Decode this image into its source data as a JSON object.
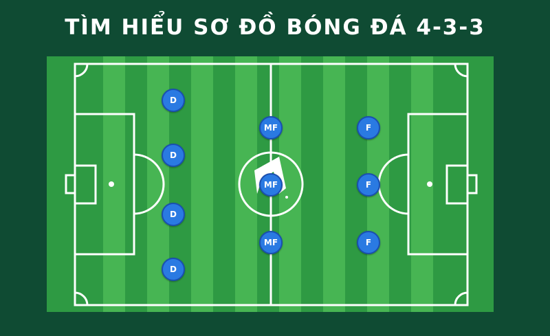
{
  "title": "TÌM HIỂU SƠ ĐỒ BÓNG ĐÁ 4-3-3",
  "colors": {
    "background": "#0f4b33",
    "grass_dark": "#2e9a43",
    "grass_light": "#47b553",
    "player_fill": "#2a7ae2",
    "player_border": "#1a4fb0",
    "lines": "#ffffff"
  },
  "players": {
    "defenders": [
      "D",
      "D",
      "D",
      "D"
    ],
    "midfielders": [
      "MF",
      "MF",
      "MF"
    ],
    "forwards": [
      "F",
      "F",
      "F"
    ]
  }
}
